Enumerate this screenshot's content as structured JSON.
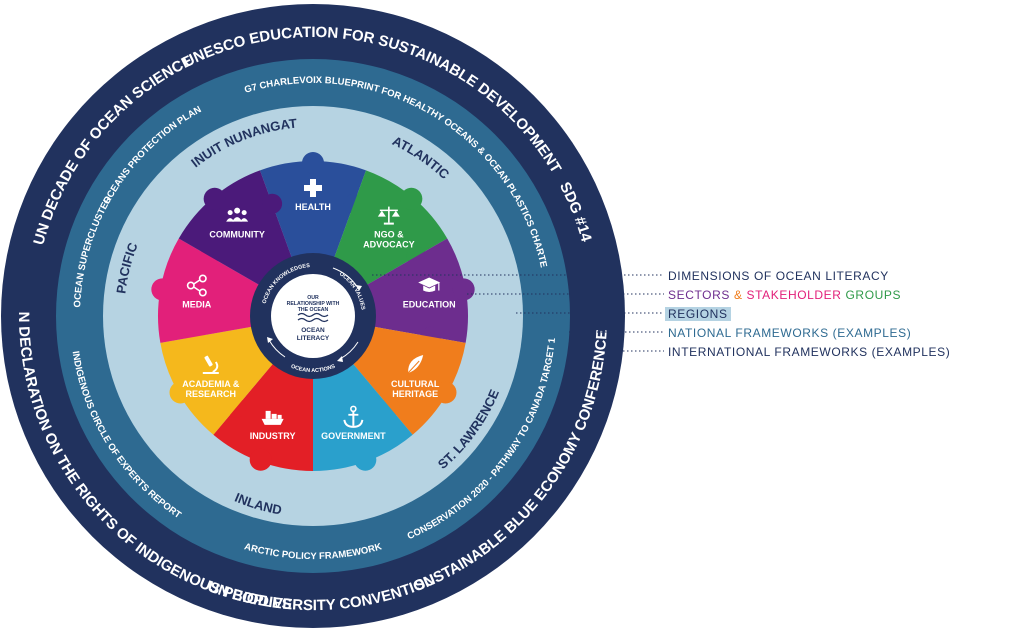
{
  "rings": {
    "international": {
      "color": "#21325e",
      "labels": [
        "UNESCO EDUCATION FOR SUSTAINABLE DEVELOPMENT",
        "UN DECADE OF OCEAN SCIENCE",
        "SDG #14",
        "UN DECLARATION ON THE RIGHTS OF INDIGENOUS PEOPLES",
        "SUSTAINABLE BLUE ECONOMY CONFERENCE",
        "UN BIODIVERSITY CONVENTION"
      ]
    },
    "national": {
      "color": "#2e6a91",
      "labels": [
        "G7 CHARLEVOIX BLUEPRINT FOR HEALTHY OCEANS & OCEAN PLASTICS CHARTE",
        "OCEANS PROTECTION PLAN",
        "OCEAN SUPERCLUSTER",
        "INDIGENOUS CIRCLE OF EXPERTS REPORT",
        "ARCTIC POLICY FRAMEWORK",
        "CONSERVATION 2020 - PATHWAY TO CANADA TARGET 1"
      ]
    },
    "regions": {
      "color": "#b6d3e2",
      "labels": [
        "INUIT NUNANGAT",
        "ATLANTIC",
        "PACIFIC",
        "INLAND",
        "ST. LAWRENCE"
      ]
    }
  },
  "sectors": [
    {
      "label": "HEALTH",
      "color": "#2a4f9b",
      "icon": "cross-icon"
    },
    {
      "label": "NGO &|ADVOCACY",
      "color": "#2f9a49",
      "icon": "scales-icon"
    },
    {
      "label": "EDUCATION",
      "color": "#6d2d8e",
      "icon": "graduation-cap-icon"
    },
    {
      "label": "CULTURAL|HERITAGE",
      "color": "#f07d1c",
      "icon": "feather-icon"
    },
    {
      "label": "GOVERNMENT",
      "color": "#2aa0cc",
      "icon": "anchor-icon"
    },
    {
      "label": "INDUSTRY",
      "color": "#e31f26",
      "icon": "ship-icon"
    },
    {
      "label": "ACADEMIA &|RESEARCH",
      "color": "#f5b81c",
      "icon": "microscope-icon"
    },
    {
      "label": "MEDIA",
      "color": "#e2207a",
      "icon": "share-icon"
    },
    {
      "label": "COMMUNITY",
      "color": "#4b1a7a",
      "icon": "people-icon"
    }
  ],
  "core": {
    "dimensions": [
      "OCEAN KNOWLEDGES",
      "OCEAN VALUES",
      "OCEAN ACTIONS"
    ],
    "relationship": "OUR RELATIONSHIP WITH THE OCEAN",
    "ocean_literacy": "OCEAN LITERACY",
    "ring_color": "#21325e",
    "text_color": "#21325e"
  },
  "legend": {
    "dimensions": "DIMENSIONS OF OCEAN LITERACY",
    "sectors_a": "SECTORS",
    "sectors_amp": "&",
    "sectors_b": "STAKEHOLDER",
    "sectors_c": "GROUPS",
    "regions": "REGIONS",
    "national": "NATIONAL FRAMEWORKS (EXAMPLES)",
    "international": "INTERNATIONAL FRAMEWORKS (EXAMPLES)",
    "colors": {
      "navy": "#21325e",
      "purple": "#6d2d8e",
      "orange": "#f07d1c",
      "magenta": "#e2207a",
      "green": "#2f9a49",
      "teal": "#2e6a91"
    }
  }
}
